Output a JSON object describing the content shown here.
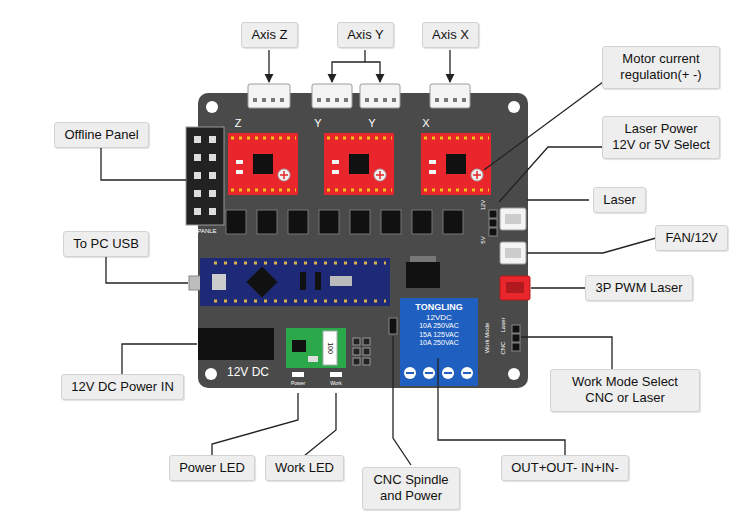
{
  "diagram": {
    "nodes": [
      {
        "text": [
          "Axis Z"
        ]
      },
      {
        "text": [
          "Axis Y"
        ]
      },
      {
        "text": [
          "Axis X"
        ]
      },
      {
        "text": [
          "Motor current regulation(+ -)"
        ]
      },
      {
        "text": [
          "Offline Panel"
        ]
      },
      {
        "text": [
          "Laser Power 12V or 5V Select"
        ]
      },
      {
        "text": [
          "Laser"
        ]
      },
      {
        "text": [
          "FAN/12V"
        ]
      },
      {
        "text": [
          "To PC USB"
        ]
      },
      {
        "text": [
          "3P PWM Laser"
        ]
      },
      {
        "text": [
          "12V DC Power IN"
        ]
      },
      {
        "text": [
          "Work Mode Select CNC or Laser"
        ]
      },
      {
        "text": [
          "Power LED"
        ]
      },
      {
        "text": [
          "Work LED"
        ]
      },
      {
        "text": [
          "CNC Spindle and Power"
        ]
      },
      {
        "text": [
          "OUT+OUT- IN+IN-"
        ]
      },
      {
        "text": [
          "TONGLING",
          "12VDC",
          "10A 250VAC",
          "15A 125VAC",
          "10A 250VAC"
        ]
      }
    ],
    "edges": [
      {
        "from": 15,
        "to": 16,
        "arrow": "none"
      }
    ],
    "labels": [
      "Z",
      "Y",
      "Y",
      "X",
      "PANLE",
      "12V",
      "5V",
      "12V DC",
      "100",
      "Power",
      "Work",
      "Work Mode",
      "CNC",
      "Laser"
    ]
  }
}
